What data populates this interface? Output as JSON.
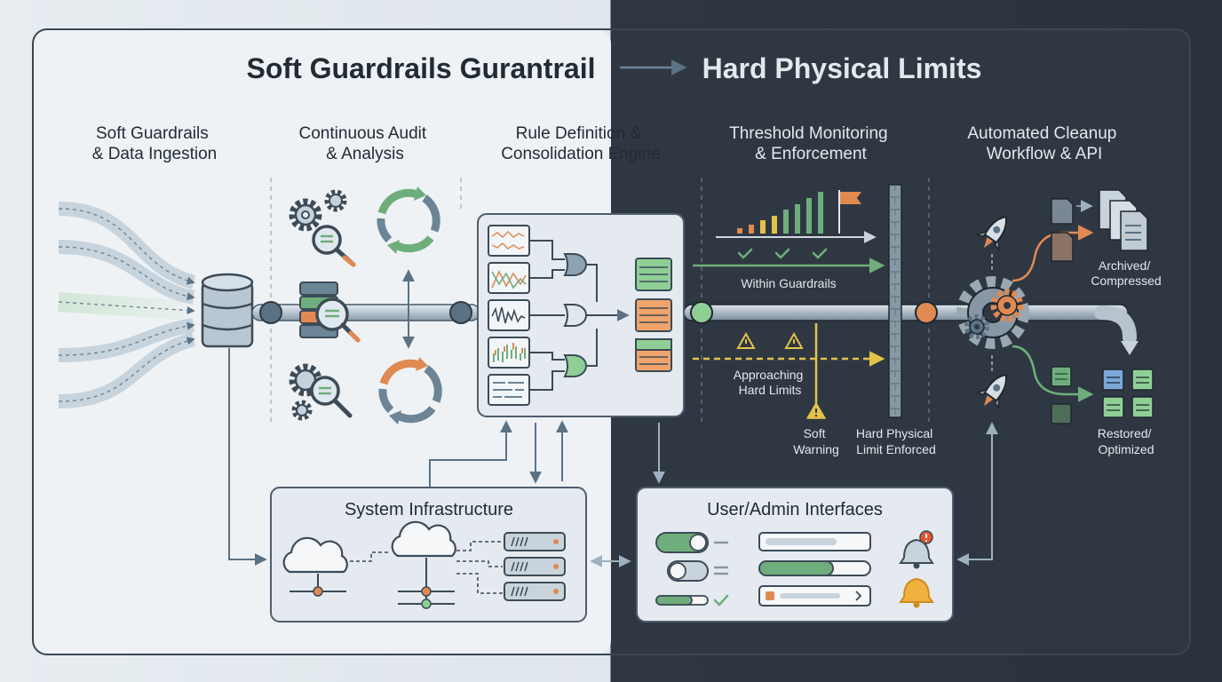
{
  "title": {
    "left": "Soft Guardrails Gurantrail",
    "right": "Hard Physical Limits"
  },
  "stages": [
    {
      "line1": "Soft Guardrails",
      "line2": "& Data Ingestion"
    },
    {
      "line1": "Continuous Audit",
      "line2": "& Analysis"
    },
    {
      "line1": "Rule Definition &",
      "line2": "Consolidation Engine"
    },
    {
      "line1": "Threshold Monitoring",
      "line2": "& Enforcement"
    },
    {
      "line1": "Automated Cleanup",
      "line2": "Workflow & API"
    }
  ],
  "monitoring": {
    "within": "Within Guardrails",
    "approaching_1": "Approaching",
    "approaching_2": "Hard Limits",
    "soft_1": "Soft",
    "soft_2": "Warning",
    "hard_1": "Hard Physical",
    "hard_2": "Limit Enforced"
  },
  "cleanup": {
    "archived_1": "Archived/",
    "archived_2": "Compressed",
    "restored_1": "Restored/",
    "restored_2": "Optimized"
  },
  "panels": {
    "infrastructure": "System Infrastructure",
    "interfaces": "User/Admin Interfaces"
  },
  "colors": {
    "green": "#6fae7c",
    "orange": "#e08a52",
    "yellow": "#e3c24a",
    "slate": "#5b7285",
    "light_panel": "#e9eef2",
    "dark_panel": "#2f3842"
  }
}
